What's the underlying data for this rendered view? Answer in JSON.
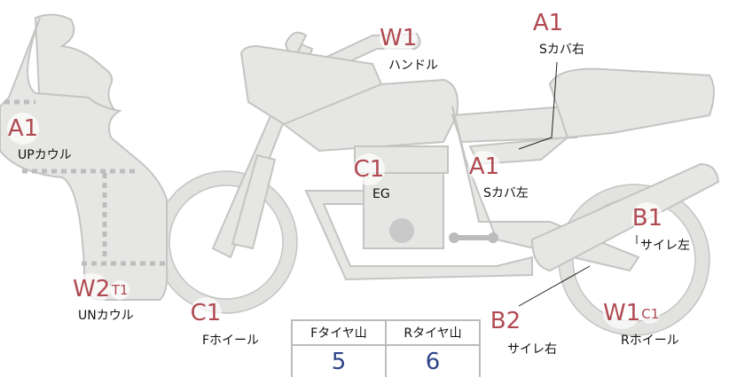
{
  "parts": [
    {
      "id": "up-cowl",
      "grade": "A1",
      "sub": "",
      "name": "UPカウル"
    },
    {
      "id": "un-cowl",
      "grade": "W2",
      "sub": "T1",
      "name": "UNカウル"
    },
    {
      "id": "f-wheel",
      "grade": "C1",
      "sub": "",
      "name": "Fホイール"
    },
    {
      "id": "handle",
      "grade": "W1",
      "sub": "",
      "name": "ハンドル"
    },
    {
      "id": "engine",
      "grade": "C1",
      "sub": "",
      "name": "EG"
    },
    {
      "id": "s-cover-left",
      "grade": "A1",
      "sub": "",
      "name": "Sカバ左"
    },
    {
      "id": "s-cover-right",
      "grade": "A1",
      "sub": "",
      "name": "Sカバ右"
    },
    {
      "id": "muffler-left",
      "grade": "B1",
      "sub": "",
      "name": "サイレ左"
    },
    {
      "id": "muffler-right",
      "grade": "B2",
      "sub": "",
      "name": "サイレ右"
    },
    {
      "id": "r-wheel",
      "grade": "W1",
      "sub": "C1",
      "name": "Rホイール"
    }
  ],
  "tires": {
    "front_label": "Fタイヤ山",
    "front_value": "5",
    "rear_label": "Rタイヤ山",
    "rear_value": "6"
  },
  "colors": {
    "grade": "#b04a52",
    "value": "#2e4487"
  }
}
